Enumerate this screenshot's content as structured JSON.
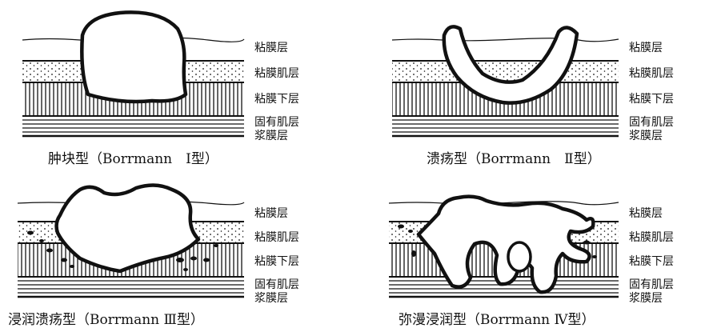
{
  "colors": {
    "ink": "#111111",
    "paper": "#ffffff"
  },
  "layers": [
    "粘膜层",
    "粘膜肌层",
    "粘膜下层",
    "固有肌层",
    "浆膜层"
  ],
  "panels": [
    {
      "caption": "肿块型（Borrmann　Ⅰ型）",
      "labels": [
        "粘膜层",
        "粘膜肌层",
        "粘膜下层",
        "固有肌层",
        "浆膜层"
      ]
    },
    {
      "caption": "溃疡型（Borrmann　Ⅱ型）",
      "labels": [
        "粘膜层",
        "粘膜肌层",
        "粘膜下层",
        "固有肌层",
        "浆膜层"
      ]
    },
    {
      "caption": "浸润溃疡型（Borrmann Ⅲ型）",
      "labels": [
        "粘膜层",
        "粘膜肌层",
        "粘膜下层",
        "固有肌层",
        "浆膜层"
      ]
    },
    {
      "caption": "弥漫浸润型（Borrmann Ⅳ型）",
      "labels": [
        "粘膜层",
        "粘膜肌层",
        "粘膜下层",
        "固有肌层",
        "浆膜层"
      ]
    }
  ]
}
